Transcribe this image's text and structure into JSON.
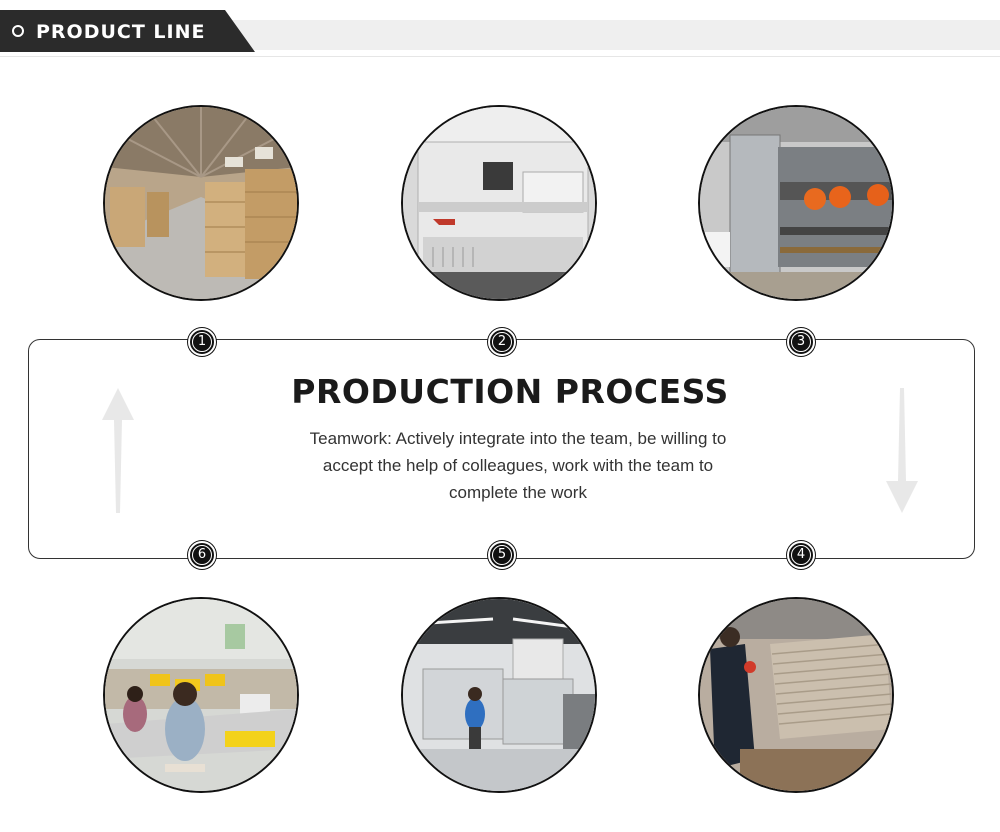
{
  "header": {
    "title": "PRODUCT LINE"
  },
  "process": {
    "title": "PRODUCTION PROCESS",
    "description_lines": [
      "Teamwork: Actively integrate into the team, be willing to",
      "accept the help of colleagues, work with the team to",
      "complete the work"
    ]
  },
  "steps": [
    {
      "number": "1",
      "photo": "warehouse-boxes"
    },
    {
      "number": "2",
      "photo": "die-cutting-machine"
    },
    {
      "number": "3",
      "photo": "printing-slotter-machine"
    },
    {
      "number": "4",
      "photo": "cardboard-stacking-workers"
    },
    {
      "number": "5",
      "photo": "printing-press-operator"
    },
    {
      "number": "6",
      "photo": "assembly-line-workers"
    }
  ],
  "colors": {
    "header_tab": "#2b2b2b",
    "header_strip": "#efefef",
    "badge": "#111111",
    "arrow": "#e8e8e8"
  }
}
